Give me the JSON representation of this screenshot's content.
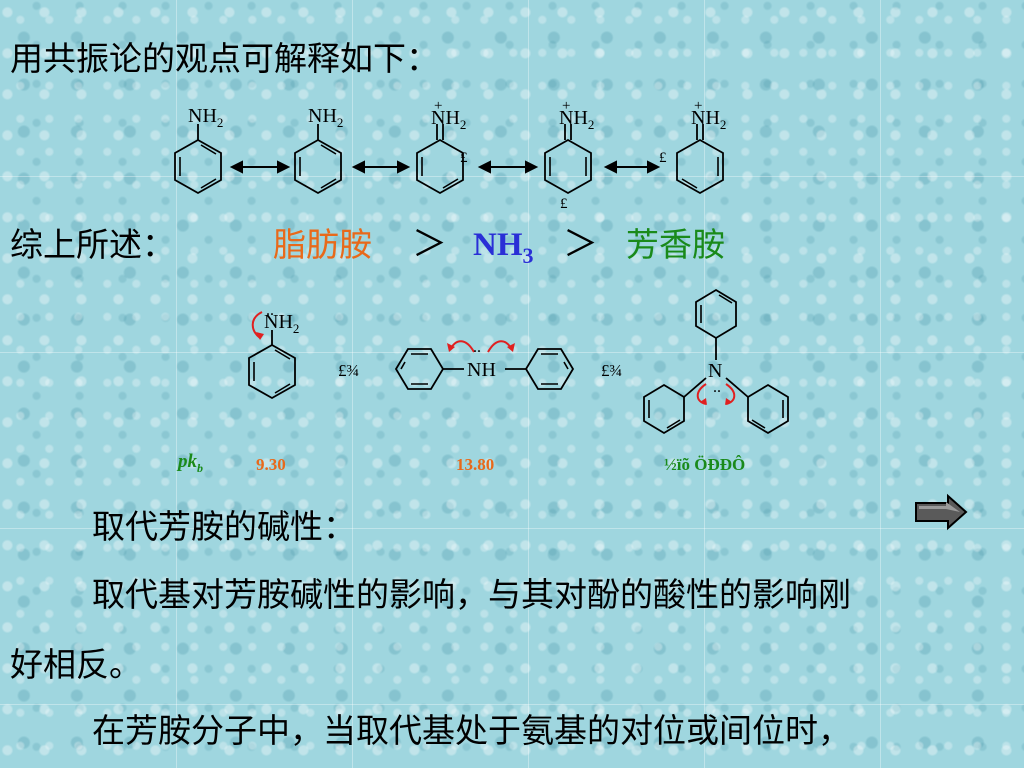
{
  "heading": "用共振论的观点可解释如下：",
  "resonance": {
    "label_nh2": "NH",
    "sub_2": "2",
    "charge_plus": "+",
    "charge_minus": "£­"
  },
  "summary": {
    "prefix": "综上所述：",
    "aliphatic": "脂肪胺",
    "gt1": "＞",
    "nh3_main": "NH",
    "nh3_sub": "3",
    "gt2": "＞",
    "aromatic": "芳香胺"
  },
  "bottom_structures": {
    "n_label": "N",
    "nh_label": "NH",
    "lone_pair": "..",
    "sep1": "£¾",
    "sep2": "£¾"
  },
  "pkb": {
    "label": "pk",
    "label_sub": "b",
    "v1": "9.30",
    "v2": "13.80",
    "v3": "½ïõ ÖÐÐÔ"
  },
  "section_title": "取代芳胺的碱性：",
  "para1_line1": "取代基对芳胺碱性的影响，与其对酚的酸性的影响刚",
  "para1_line2": "好相反。",
  "para2_line1": "在芳胺分子中，当取代基处于氨基的对位或间位时，",
  "colors": {
    "orange": "#e8691a",
    "blue": "#2a2fd6",
    "green": "#1a8a1a",
    "arrow_red": "#e02020",
    "nav_arrow": "#5a5a5a"
  },
  "icons": {
    "nav": "right-arrow-icon"
  }
}
